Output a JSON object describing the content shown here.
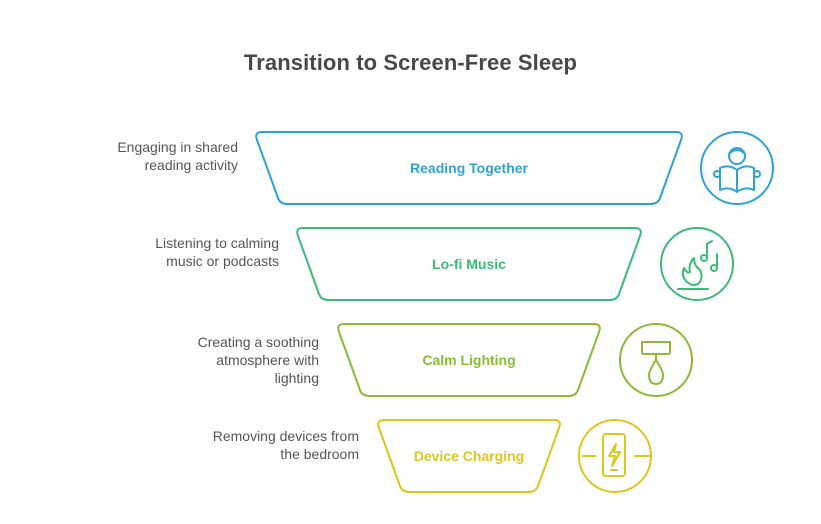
{
  "title": "Transition to Screen-Free Sleep",
  "colors": {
    "reading": "#2ea3cf",
    "music": "#3cba7a",
    "lighting": "#8cba34",
    "charging": "#d9c81e"
  },
  "stages": [
    {
      "label": "Reading Together",
      "description": "Engaging in shared\nreading activity",
      "icon": "reading-book-icon",
      "color": "#2ea3cf"
    },
    {
      "label": "Lo-fi Music",
      "description": "Listening to calming\nmusic or podcasts",
      "icon": "music-campfire-icon",
      "color": "#3cba7a"
    },
    {
      "label": "Calm Lighting",
      "description": "Creating a soothing\natmosphere with\nlighting",
      "icon": "lamp-icon",
      "color": "#8cba34"
    },
    {
      "label": "Device Charging",
      "description": "Removing devices from\nthe bedroom",
      "icon": "phone-charging-icon",
      "color": "#d9c81e"
    }
  ]
}
